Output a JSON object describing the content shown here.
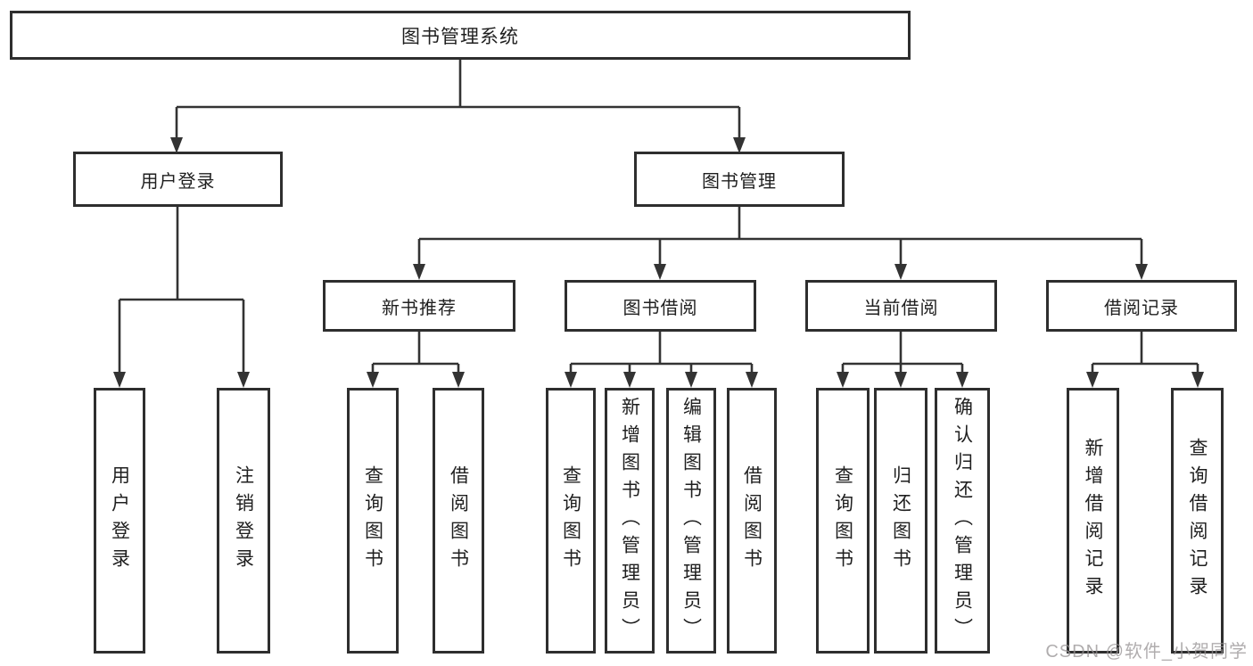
{
  "diagram": {
    "title": "图书管理系统",
    "root": {
      "label": "图书管理系统"
    },
    "level2": [
      {
        "label": "用户登录"
      },
      {
        "label": "图书管理"
      }
    ],
    "level3": [
      {
        "label": "新书推荐"
      },
      {
        "label": "图书借阅"
      },
      {
        "label": "当前借阅"
      },
      {
        "label": "借阅记录"
      }
    ],
    "leaves": {
      "user_login": [
        {
          "label": "用户登录"
        },
        {
          "label": "注销登录"
        }
      ],
      "new_book_recommend": [
        {
          "label": "查询图书"
        },
        {
          "label": "借阅图书"
        }
      ],
      "book_borrow": [
        {
          "label": "查询图书"
        },
        {
          "label": "新增图书（管理员）"
        },
        {
          "label": "编辑图书（管理员）"
        },
        {
          "label": "借阅图书"
        }
      ],
      "current_borrow": [
        {
          "label": "查询图书"
        },
        {
          "label": "归还图书"
        },
        {
          "label": "确认归还（管理员）"
        }
      ],
      "borrow_record": [
        {
          "label": "新增借阅记录"
        },
        {
          "label": "查询借阅记录"
        }
      ]
    }
  },
  "watermark": {
    "text": "CSDN @软件_小贺同学"
  },
  "colors": {
    "line": "#333333",
    "box_border": "#2e2e2e",
    "text": "#1f1f1f",
    "background": "#ffffff",
    "watermark": "#9a9596"
  }
}
